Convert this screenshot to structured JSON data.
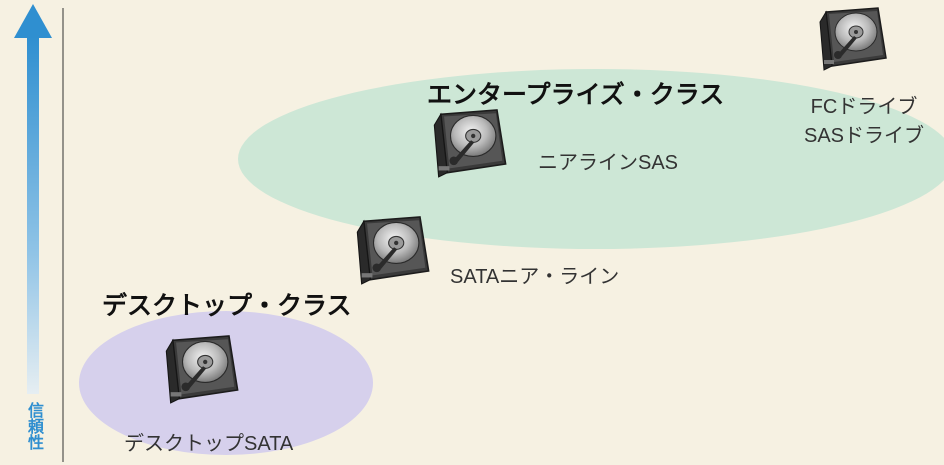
{
  "axis": {
    "label": "信頼性"
  },
  "classes": {
    "enterprise": "エンタープライズ・クラス",
    "desktop": "デスクトップ・クラス"
  },
  "drives": {
    "nearline_sas": "ニアラインSAS",
    "sata_nearline": "SATAニア・ライン",
    "desktop_sata": "デスクトップSATA",
    "fc_line1": "FCドライブ",
    "fc_line2": "SASドライブ"
  },
  "colors": {
    "background": "#f6f1e2",
    "enterprise_ellipse": "#cde7d6",
    "desktop_ellipse": "#d6d0ec",
    "arrow": "#2f8fd0"
  }
}
